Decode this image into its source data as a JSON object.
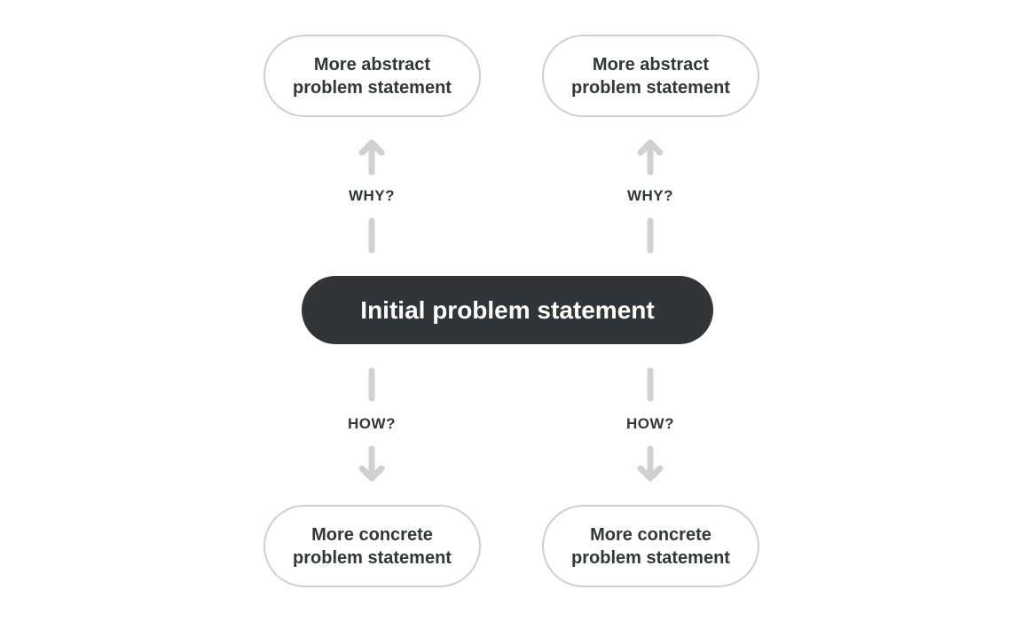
{
  "top_nodes": [
    {
      "line1": "More abstract",
      "line2": "problem statement"
    },
    {
      "line1": "More abstract",
      "line2": "problem statement"
    }
  ],
  "center_node": {
    "label": "Initial problem statement"
  },
  "bottom_nodes": [
    {
      "line1": "More concrete",
      "line2": "problem statement"
    },
    {
      "line1": "More concrete",
      "line2": "problem statement"
    }
  ],
  "up_labels": [
    "WHY?",
    "WHY?"
  ],
  "down_labels": [
    "HOW?",
    "HOW?"
  ],
  "colors": {
    "center_fill": "#323538",
    "pill_border": "#cfcfcf",
    "arrow": "#d0d0d0",
    "text": "#333538"
  }
}
